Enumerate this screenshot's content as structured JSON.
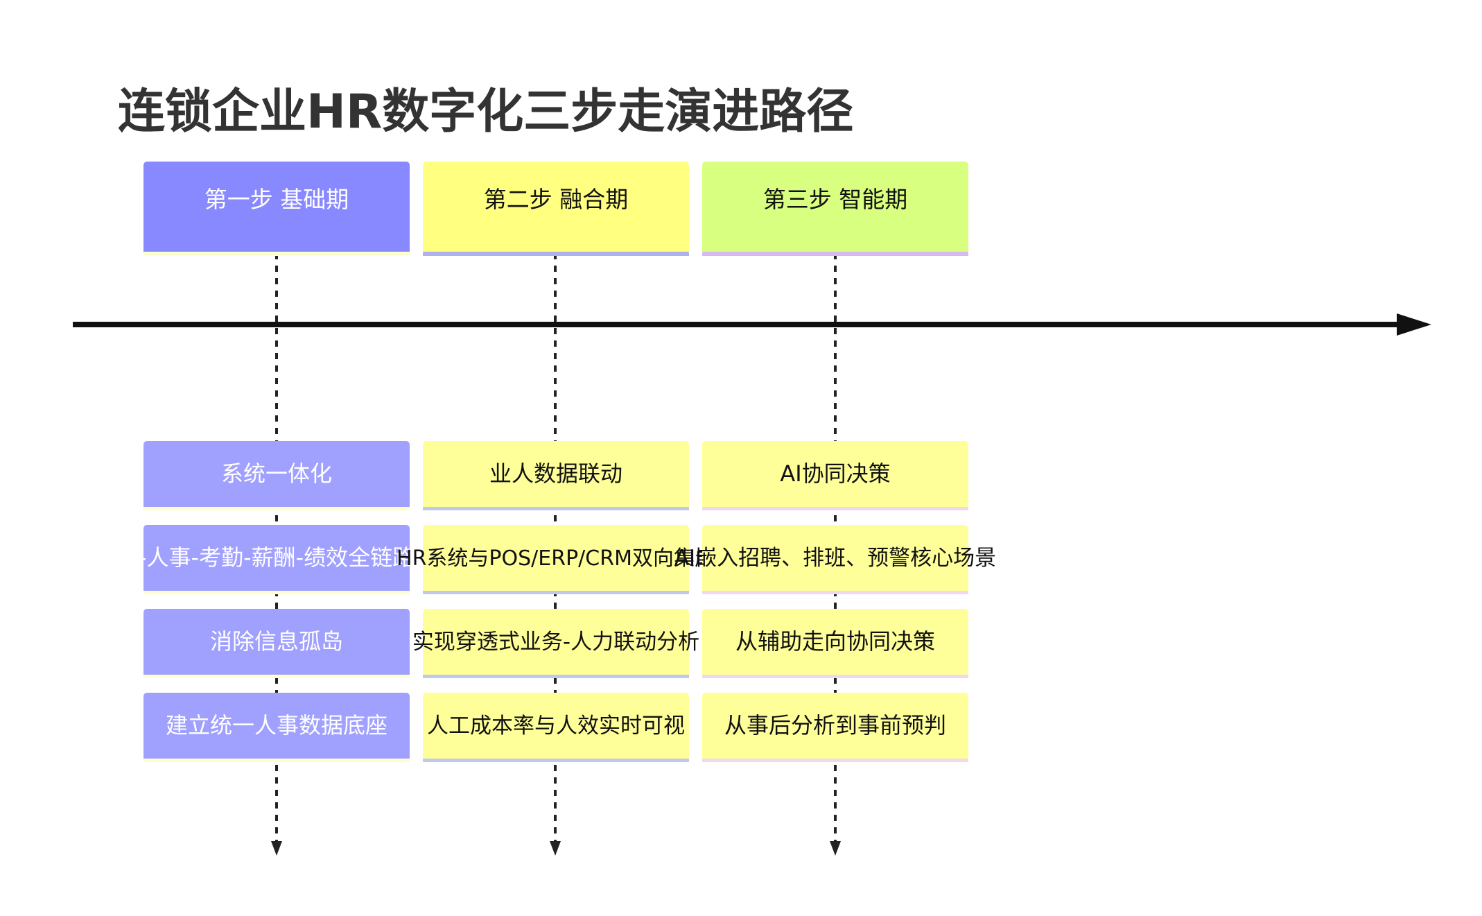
{
  "title": "连锁企业HR数字化三步走演进路径",
  "colors": {
    "phase1_header": "#8888ff",
    "phase2_header": "#ffff80",
    "phase3_header": "#d9ff80",
    "phase1_item": "#a0a0ff",
    "phase2_item": "#ffff99",
    "phase3_item": "#ffff99",
    "axis": "#111111",
    "connector": "#222222"
  },
  "phases": [
    {
      "label": "第一步 基础期",
      "items": [
        "系统一体化",
        "组织-人事-考勤-薪酬-绩效全链路打通",
        "消除信息孤岛",
        "建立统一人事数据底座"
      ]
    },
    {
      "label": "第二步 融合期",
      "items": [
        "业人数据联动",
        "HR系统与POS/ERP/CRM双向集成",
        "实现穿透式业务-人力联动分析",
        "人工成本率与人效实时可视"
      ]
    },
    {
      "label": "第三步 智能期",
      "items": [
        "AI协同决策",
        "AI嵌入招聘、排班、预警核心场景",
        "从辅助走向协同决策",
        "从事后分析到事前预判"
      ]
    }
  ]
}
